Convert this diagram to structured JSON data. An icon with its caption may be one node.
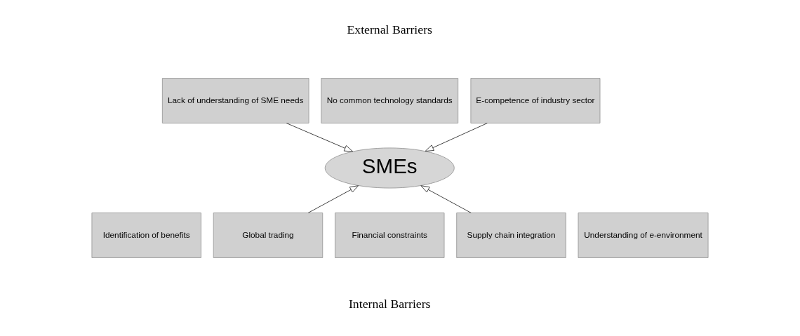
{
  "diagram": {
    "nodes": [
      {
        "text": [
          "Lack of understanding of SME needs"
        ]
      },
      {
        "text": [
          "No common technology standards"
        ]
      },
      {
        "text": [
          "E-competence of industry sector"
        ]
      },
      {
        "text": [
          "SMEs"
        ]
      },
      {
        "text": [
          "Identification of benefits"
        ]
      },
      {
        "text": [
          "Global trading"
        ]
      },
      {
        "text": [
          "Financial constraints"
        ]
      },
      {
        "text": [
          "Supply chain integration"
        ]
      },
      {
        "text": [
          "Understanding of e-environment"
        ]
      }
    ],
    "edges": [
      {
        "from": 0,
        "to": 3,
        "arrow": "to"
      },
      {
        "from": 2,
        "to": 3,
        "arrow": "to"
      },
      {
        "from": 5,
        "to": 3,
        "arrow": "to"
      },
      {
        "from": 7,
        "to": 3,
        "arrow": "to"
      }
    ],
    "labels": [
      "External Barriers",
      "Internal Barriers"
    ]
  }
}
